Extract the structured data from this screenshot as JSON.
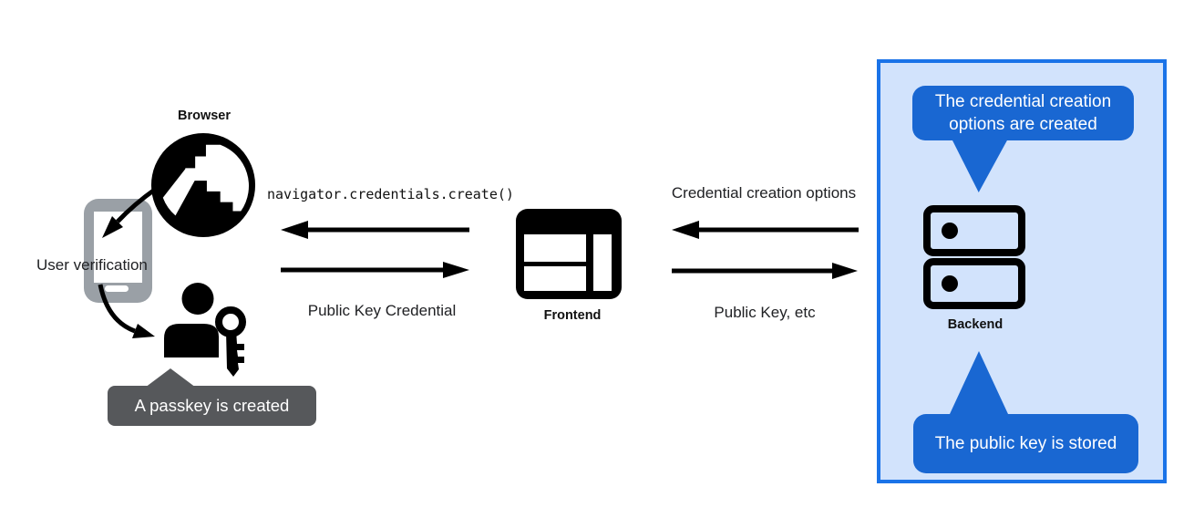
{
  "diagram": {
    "browser": {
      "label": "Browser"
    },
    "authenticator": {
      "label": "User verification",
      "callout": "A passkey is created"
    },
    "frontend": {
      "label": "Frontend"
    },
    "backend": {
      "label": "Backend",
      "callout_top": "The credential creation options are created",
      "callout_bottom": "The public key is stored"
    },
    "flows": {
      "create_call": "navigator.credentials.create()",
      "public_key_credential": "Public Key Credential",
      "credential_creation_options": "Credential creation options",
      "public_key_etc": "Public Key, etc"
    },
    "icons": {
      "browser": "globe-icon",
      "authenticator": "phone-icon",
      "user": "person-key-icon",
      "frontend": "browser-window-icon",
      "backend": "server-stack-icon"
    },
    "colors": {
      "ink": "#000000",
      "text": "#202124",
      "phone_gray": "#9aa0a6",
      "callout_gray": "#56585b",
      "callout_blue": "#1967d2",
      "panel_fill": "#d2e3fc",
      "panel_border": "#1a73e8"
    }
  }
}
